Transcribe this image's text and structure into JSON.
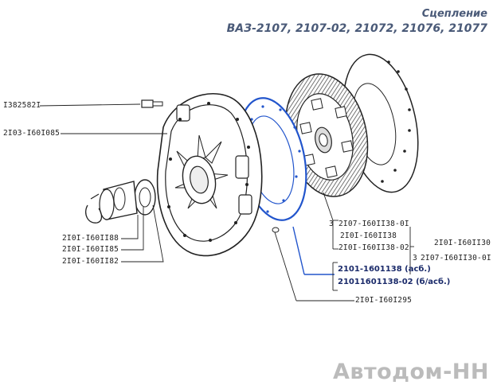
{
  "header": {
    "title": "Сцепление",
    "subtitle": "ВАЗ-2107, 2107-02, 21072, 21076, 21077"
  },
  "parts": {
    "bolt": "I382582I",
    "basket": "2I03-I60I085",
    "bearing_1": "2I0I-I60II88",
    "bearing_2": "2I0I-I60II85",
    "bearing_3": "2I0I-I60II82",
    "disc_1": "2I07-I60II38-0I",
    "disc_2": "2I0I-I60II38",
    "disc_3": "2I0I-I60II38-02",
    "disc_qty": "3",
    "disc_alt": "2I0I-I60II30",
    "disc_alt2": "2I07-I60II30-0I",
    "disc_alt2_qty": "3",
    "lining_1": "2101-1601138 (асб.)",
    "lining_2": "21011601138-02 (б/асб.)",
    "rivet": "2I0I-I60I295"
  },
  "watermark": "Автодом-НН",
  "colors": {
    "line": "#222222",
    "highlight": "#2255cc",
    "text_blue": "#1a2a6a",
    "watermark": "#bbbbbb"
  }
}
